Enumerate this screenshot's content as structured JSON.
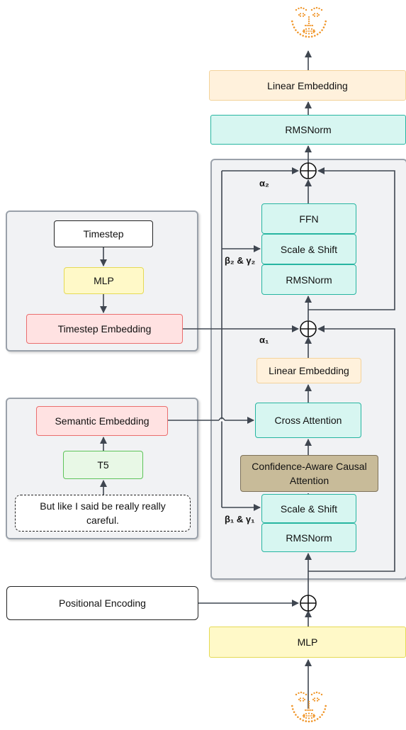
{
  "left_panel_time": {
    "timestep": "Timestep",
    "mlp": "MLP",
    "timestep_embedding": "Timestep Embedding"
  },
  "left_panel_text": {
    "semantic_embedding": "Semantic Embedding",
    "t5": "T5",
    "input_text": "But like I said be really really careful."
  },
  "positional_encoding": "Positional Encoding",
  "main": {
    "linear_embedding_top": "Linear Embedding",
    "rmsnorm_top": "RMSNorm",
    "ffn": "FFN",
    "scale_shift_2": "Scale & Shift",
    "rmsnorm_2": "RMSNorm",
    "linear_embedding_mid": "Linear Embedding",
    "cross_attention": "Cross Attention",
    "causal_attention": "Confidence-Aware Causal Attention",
    "scale_shift_1": "Scale & Shift",
    "rmsnorm_1": "RMSNorm",
    "mlp_bottom": "MLP"
  },
  "labels": {
    "alpha2": "α₂",
    "alpha1": "α₁",
    "beta2_gamma2": "β₂ & γ₂",
    "beta1_gamma1": "β₁ & γ₁"
  },
  "icons": {
    "face_top": "face-landmarks-icon",
    "face_bottom": "face-landmarks-icon",
    "add_node": "circle-plus-icon"
  },
  "colors": {
    "teal_fill": "#d7f6f1",
    "teal_border": "#27b5a1",
    "yellow_fill": "#fff9c8",
    "red_fill": "#ffe2e2",
    "green_fill": "#e8f8e6",
    "peach_fill": "#fff1dc",
    "olive_fill": "#c8bb99",
    "dot_color": "#f0962a"
  }
}
